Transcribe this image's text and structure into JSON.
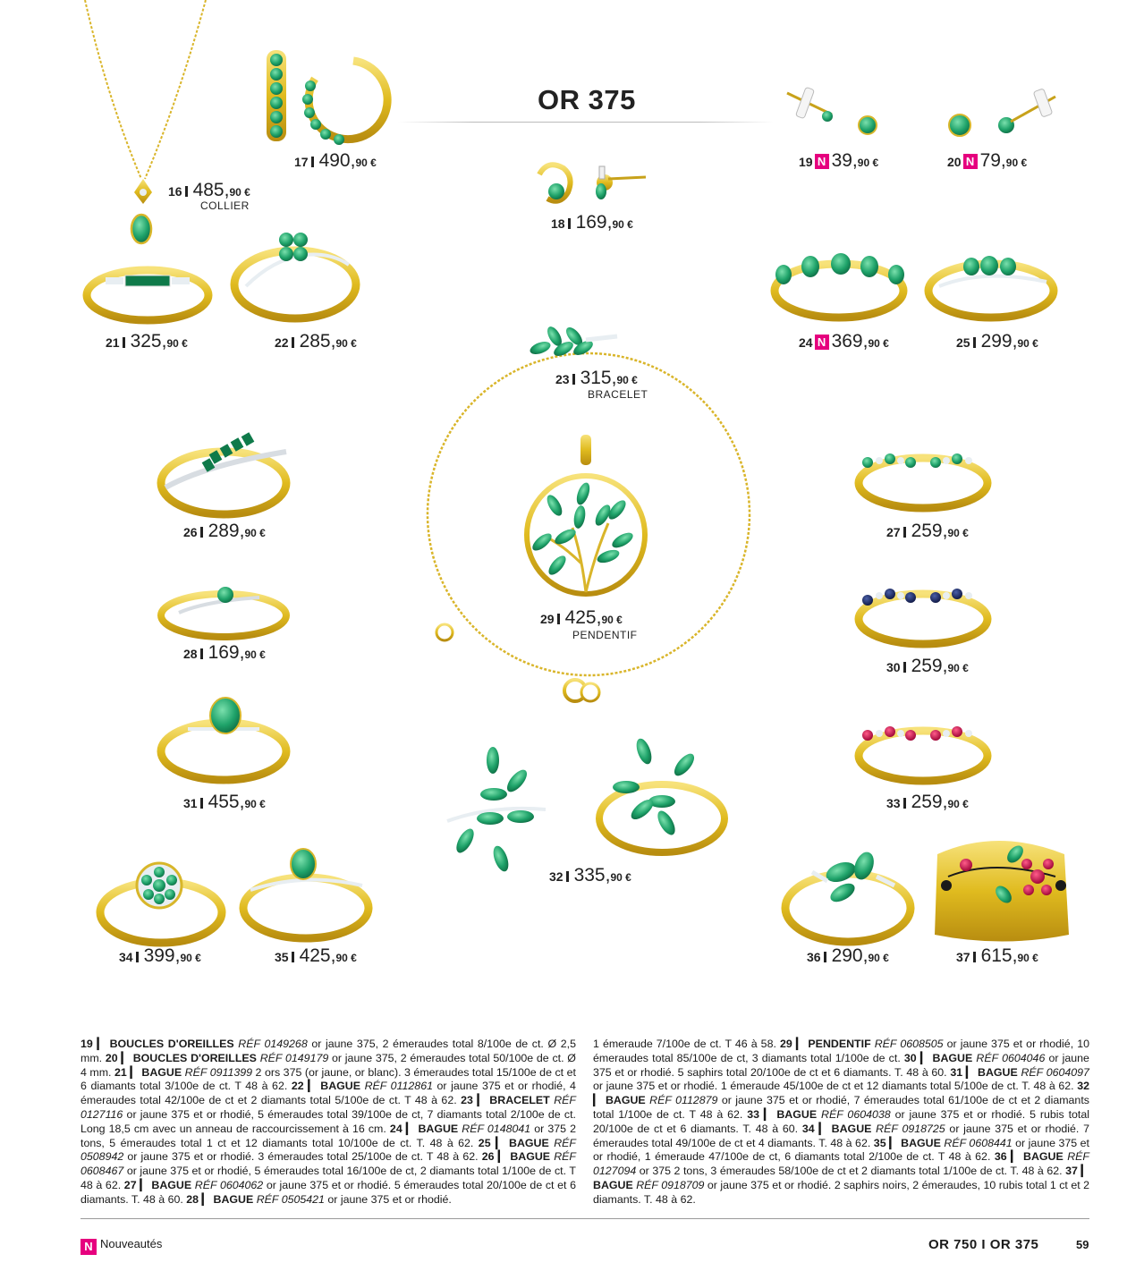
{
  "header": {
    "title": "OR 375"
  },
  "products": [
    {
      "num": "16",
      "main": "485,",
      "cents": "90 €",
      "label": "COLLIER",
      "isNew": false
    },
    {
      "num": "17",
      "main": "490,",
      "cents": "90 €",
      "label": "",
      "isNew": false
    },
    {
      "num": "18",
      "main": "169,",
      "cents": "90 €",
      "label": "",
      "isNew": false
    },
    {
      "num": "19",
      "main": "39,",
      "cents": "90 €",
      "label": "",
      "isNew": true
    },
    {
      "num": "20",
      "main": "79,",
      "cents": "90 €",
      "label": "",
      "isNew": true
    },
    {
      "num": "21",
      "main": "325,",
      "cents": "90 €",
      "label": "",
      "isNew": false
    },
    {
      "num": "22",
      "main": "285,",
      "cents": "90 €",
      "label": "",
      "isNew": false
    },
    {
      "num": "23",
      "main": "315,",
      "cents": "90 €",
      "label": "BRACELET",
      "isNew": false
    },
    {
      "num": "24",
      "main": "369,",
      "cents": "90 €",
      "label": "",
      "isNew": true
    },
    {
      "num": "25",
      "main": "299,",
      "cents": "90 €",
      "label": "",
      "isNew": false
    },
    {
      "num": "26",
      "main": "289,",
      "cents": "90 €",
      "label": "",
      "isNew": false
    },
    {
      "num": "27",
      "main": "259,",
      "cents": "90 €",
      "label": "",
      "isNew": false
    },
    {
      "num": "28",
      "main": "169,",
      "cents": "90 €",
      "label": "",
      "isNew": false
    },
    {
      "num": "29",
      "main": "425,",
      "cents": "90 €",
      "label": "PENDENTIF",
      "isNew": false
    },
    {
      "num": "30",
      "main": "259,",
      "cents": "90 €",
      "label": "",
      "isNew": false
    },
    {
      "num": "31",
      "main": "455,",
      "cents": "90 €",
      "label": "",
      "isNew": false
    },
    {
      "num": "32",
      "main": "335,",
      "cents": "90 €",
      "label": "",
      "isNew": false
    },
    {
      "num": "33",
      "main": "259,",
      "cents": "90 €",
      "label": "",
      "isNew": false
    },
    {
      "num": "34",
      "main": "399,",
      "cents": "90 €",
      "label": "",
      "isNew": false
    },
    {
      "num": "35",
      "main": "425,",
      "cents": "90 €",
      "label": "",
      "isNew": false
    },
    {
      "num": "36",
      "main": "290,",
      "cents": "90 €",
      "label": "",
      "isNew": false
    },
    {
      "num": "37",
      "main": "615,",
      "cents": "90 €",
      "label": "",
      "isNew": false
    }
  ],
  "descriptions": {
    "left": [
      {
        "num": "19",
        "type": "BOUCLES D'OREILLES",
        "ref": "RÉF 0149268",
        "text": " or jaune 375, 2 émeraudes total 8/100e de ct. Ø 2,5 mm."
      },
      {
        "num": "20",
        "type": "BOUCLES D'OREILLES",
        "ref": "RÉF 0149179",
        "text": " or jaune 375, 2 émeraudes total 50/100e de ct. Ø 4 mm."
      },
      {
        "num": "21",
        "type": "BAGUE",
        "ref": "RÉF 0911399",
        "text": " 2 ors 375 (or jaune, or blanc). 3 émeraudes total 15/100e de ct et 6 diamants total 3/100e de ct. T 48 à 62."
      },
      {
        "num": "22",
        "type": "BAGUE",
        "ref": "RÉF 0112861",
        "text": " or jaune 375 et or rhodié, 4 émeraudes total 42/100e de ct et 2 diamants total 5/100e de ct. T 48 à 62."
      },
      {
        "num": "23",
        "type": "BRACELET",
        "ref": "RÉF 0127116",
        "text": " or jaune 375 et or rhodié, 5 émeraudes total 39/100e de ct, 7 diamants total 2/100e de ct. Long 18,5 cm avec un anneau de raccourcissement à 16 cm."
      },
      {
        "num": "24",
        "type": "BAGUE",
        "ref": "RÉF 0148041",
        "text": " or 375 2 tons, 5 émeraudes total 1 ct et 12 diamants total 10/100e de ct. T. 48 à 62."
      },
      {
        "num": "25",
        "type": "BAGUE",
        "ref": "RÉF 0508942",
        "text": " or jaune 375 et or rhodié. 3 émeraudes total 25/100e de ct. T 48 à 62."
      },
      {
        "num": "26",
        "type": "BAGUE",
        "ref": "RÉF 0608467",
        "text": " or jaune 375 et or rhodié, 5 émeraudes total 16/100e de ct, 2 diamants total 1/100e de ct. T 48 à 62."
      },
      {
        "num": "27",
        "type": "BAGUE",
        "ref": "RÉF 0604062",
        "text": " or jaune 375 et or rhodié. 5 émeraudes total 20/100e de ct et 6 diamants. T. 48 à 60."
      },
      {
        "num": "28",
        "type": "BAGUE",
        "ref": "RÉF 0505421",
        "text": " or jaune 375 et or rhodié."
      }
    ],
    "right_lead": "1 émeraude 7/100e de ct. T 46 à 58.",
    "right": [
      {
        "num": "29",
        "type": "PENDENTIF",
        "ref": "RÉF 0608505",
        "text": " or jaune 375 et or rhodié, 10 émeraudes total 85/100e de ct, 3 diamants total 1/100e de ct."
      },
      {
        "num": "30",
        "type": "BAGUE",
        "ref": "RÉF 0604046",
        "text": " or jaune 375 et or rhodié. 5 saphirs total 20/100e de ct et 6 diamants. T. 48 à 60."
      },
      {
        "num": "31",
        "type": "BAGUE",
        "ref": "RÉF 0604097",
        "text": " or jaune 375 et or rhodié. 1 émeraude 45/100e de ct et 12 diamants total 5/100e de ct. T. 48 à 62."
      },
      {
        "num": "32",
        "type": "BAGUE",
        "ref": "RÉF 0112879",
        "text": " or jaune 375 et or rhodié, 7 émeraudes total 61/100e de ct et 2 diamants total 1/100e de ct. T 48 à 62."
      },
      {
        "num": "33",
        "type": "BAGUE",
        "ref": "RÉF 0604038",
        "text": " or jaune 375 et or rhodié. 5 rubis total 20/100e de ct et 6 diamants. T. 48 à 60."
      },
      {
        "num": "34",
        "type": "BAGUE",
        "ref": "RÉF 0918725",
        "text": " or jaune 375 et or rhodié. 7 émeraudes total 49/100e de ct et 4 diamants. T. 48 à 62."
      },
      {
        "num": "35",
        "type": "BAGUE",
        "ref": "RÉF 0608441",
        "text": " or jaune 375 et or rhodié, 1 émeraude 47/100e de ct, 6 diamants total 2/100e de ct. T 48 à 62."
      },
      {
        "num": "36",
        "type": "BAGUE",
        "ref": "RÉF 0127094",
        "text": " or 375 2 tons, 3 émeraudes 58/100e de ct et 2 diamants total 1/100e de ct. T. 48 à 62."
      },
      {
        "num": "37",
        "type": "BAGUE",
        "ref": "RÉF 0918709",
        "text": " or jaune 375 et or rhodié. 2 saphirs noirs, 2 émeraudes, 10 rubis total 1 ct et 2 diamants. T. 48 à 62."
      }
    ]
  },
  "footer": {
    "badge": "N",
    "legend": "Nouveautés",
    "section": "OR 750 I OR 375",
    "page": "59"
  },
  "colors": {
    "gold": "#e3c12a",
    "emerald": "#1fa36a",
    "new_badge": "#e6007e"
  }
}
